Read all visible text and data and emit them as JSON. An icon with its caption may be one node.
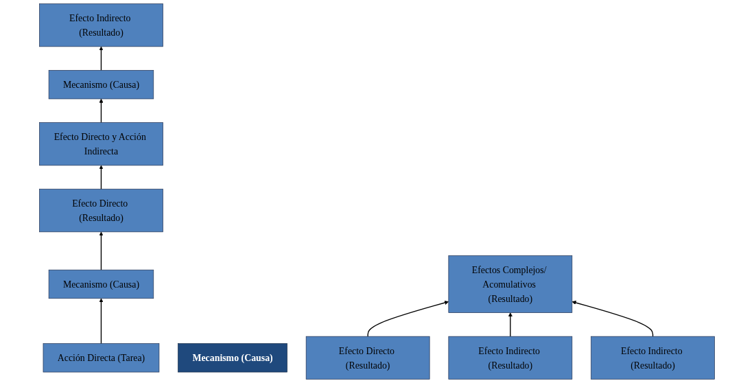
{
  "diagram": {
    "nodes": [
      {
        "text": [
          "Efecto Directo (Resultado)"
        ]
      },
      {
        "text": [
          "Efecto Directo y Acción Indirecta"
        ]
      },
      {
        "text": [
          "Mecanismo (Causa)"
        ]
      },
      {
        "text": [
          "Mecanismo (Causa)"
        ]
      },
      {
        "text": [
          "Acción Directa (Tarea)"
        ]
      },
      {
        "text": [
          "Efecto Indirecto (Resultado)"
        ]
      },
      {
        "text": [
          "Efectos Complejos/ Acomulativos (Resultado)"
        ]
      },
      {
        "text": [
          "Mecanismo (Causa)"
        ]
      },
      {
        "text": [
          "Efecto Directo (Resultado)"
        ]
      },
      {
        "text": [
          "Efecto Indirecto (Resultado)"
        ]
      },
      {
        "text": [
          "Efecto Indirecto (Resultado)"
        ]
      }
    ],
    "edges": [
      {
        "from": 4,
        "to": 2,
        "arrow": "to"
      },
      {
        "from": 2,
        "to": 0,
        "arrow": "to"
      },
      {
        "from": 0,
        "to": 1,
        "arrow": "to"
      },
      {
        "from": 1,
        "to": 3,
        "arrow": "to"
      },
      {
        "from": 3,
        "to": 5,
        "arrow": "to"
      },
      {
        "from": 8,
        "to": 6,
        "arrow": "to"
      },
      {
        "from": 9,
        "to": 6,
        "arrow": "to"
      },
      {
        "from": 10,
        "to": 6,
        "arrow": "to"
      }
    ]
  }
}
